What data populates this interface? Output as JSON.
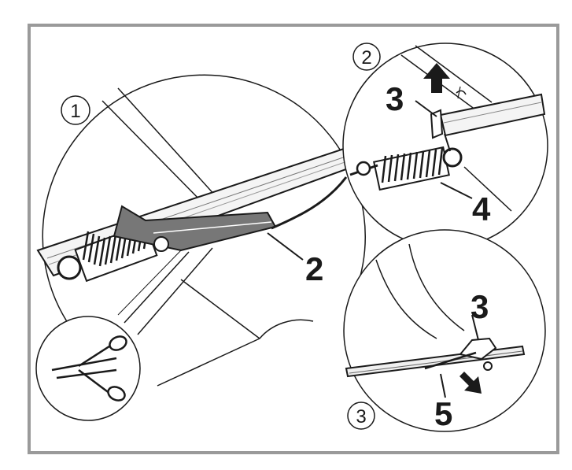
{
  "steps": [
    "1",
    "2",
    "3"
  ],
  "callouts": {
    "detail1_part": "2",
    "detail2_top": "3",
    "detail2_bottom": "4",
    "detail3_top": "3",
    "detail3_bottom": "5"
  },
  "icons": {
    "scissors": "scissors-icon",
    "arrow_up": "arrow-up-icon",
    "arrow_down_right": "arrow-down-right-icon"
  },
  "colors": {
    "line": "#1a1a1a",
    "frame": "#9a9a9a",
    "fill": "#ffffff"
  }
}
